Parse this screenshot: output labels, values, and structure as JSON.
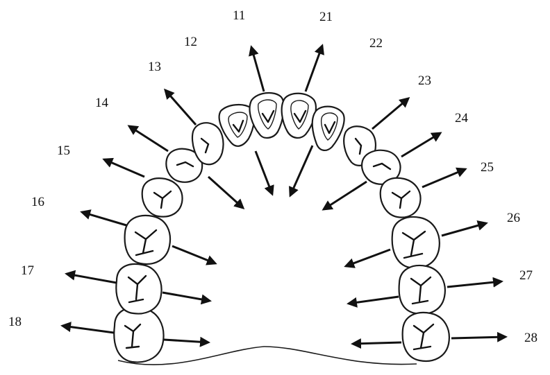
{
  "teeth": {
    "t11": "11",
    "t12": "12",
    "t13": "13",
    "t14": "14",
    "t15": "15",
    "t16": "16",
    "t17": "17",
    "t18": "18",
    "t21": "21",
    "t22": "22",
    "t23": "23",
    "t24": "24",
    "t25": "25",
    "t26": "26",
    "t27": "27",
    "t28": "28"
  }
}
